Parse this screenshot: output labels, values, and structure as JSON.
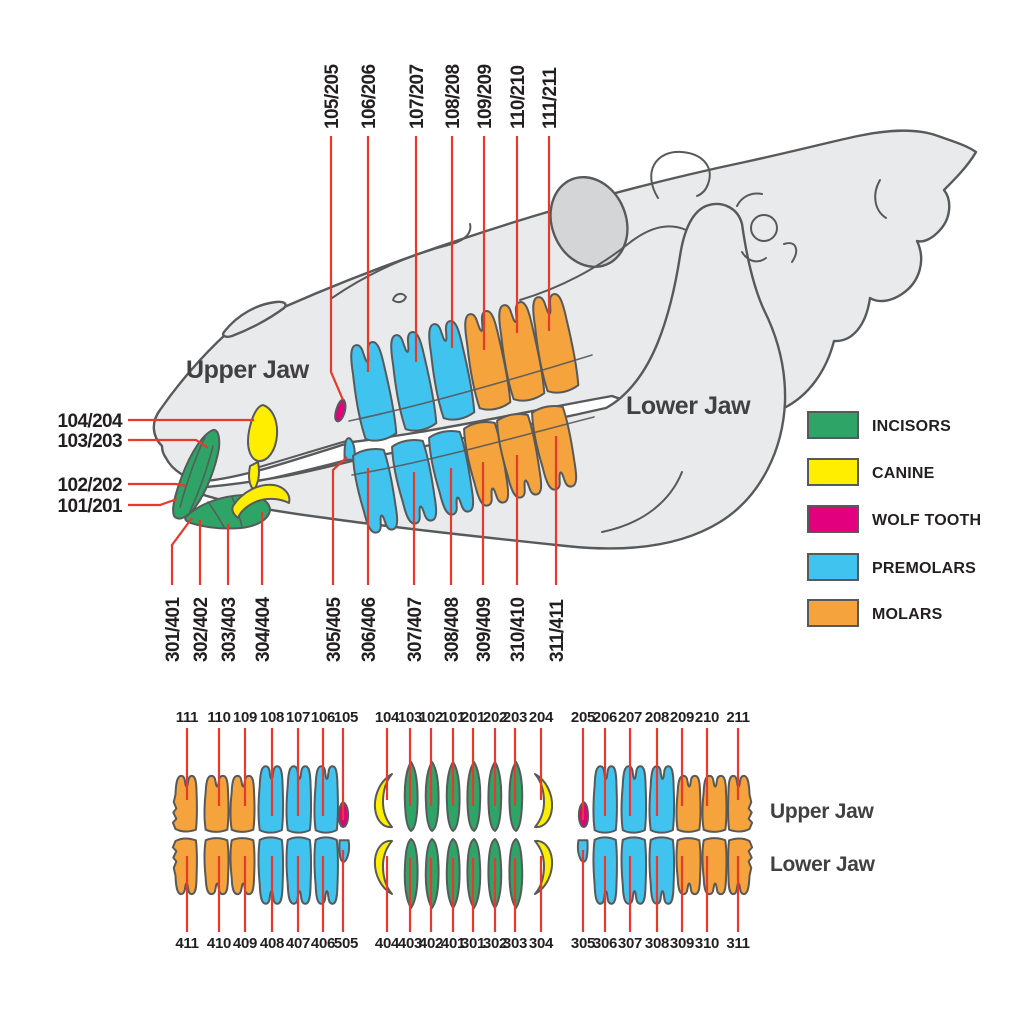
{
  "palette": {
    "skull": "#e9eaec",
    "orbit": "#d4d5d7",
    "outline": "#58595b",
    "leader": "#e8392b",
    "label": "#231f20",
    "jaw": "#414042",
    "incisors": "#2ea566",
    "canine": "#ffee00",
    "wolf_tooth": "#e2007f",
    "premolars": "#41c3f0",
    "molars": "#f5a33c"
  },
  "skull_view": {
    "upper_jaw_label": "Upper Jaw",
    "lower_jaw_label": "Lower Jaw",
    "top_labels": [
      "105/205",
      "106/206",
      "107/207",
      "108/208",
      "109/209",
      "110/210",
      "111/211"
    ],
    "left_labels": [
      "104/204",
      "103/203",
      "102/202",
      "101/201"
    ],
    "bottom_labels": [
      "301/401",
      "302/402",
      "303/403",
      "304/404",
      "305/405",
      "306/406",
      "307/407",
      "308/408",
      "309/409",
      "310/410",
      "311/411"
    ]
  },
  "legend": {
    "items": [
      {
        "label": "INCISORS",
        "color": "#2ea566"
      },
      {
        "label": "CANINE",
        "color": "#ffee00"
      },
      {
        "label": "WOLF TOOTH",
        "color": "#e2007f"
      },
      {
        "label": "PREMOLARS",
        "color": "#41c3f0"
      },
      {
        "label": "MOLARS",
        "color": "#f5a33c"
      }
    ]
  },
  "occlusal_view": {
    "upper_jaw_label": "Upper Jaw",
    "lower_jaw_label": "Lower Jaw",
    "groups": [
      {
        "top_labels": [
          "111",
          "110",
          "109",
          "108",
          "107",
          "106",
          "105"
        ],
        "bottom_labels": [
          "411",
          "410",
          "409",
          "408",
          "407",
          "406",
          "505"
        ]
      },
      {
        "top_labels": [
          "104",
          "103",
          "102",
          "101",
          "201",
          "202",
          "203",
          "204"
        ],
        "bottom_labels": [
          "404",
          "403",
          "402",
          "401",
          "301",
          "302",
          "303",
          "304"
        ]
      },
      {
        "top_labels": [
          "205",
          "206",
          "207",
          "208",
          "209",
          "210",
          "211"
        ],
        "bottom_labels": [
          "305",
          "306",
          "307",
          "308",
          "309",
          "310",
          "311"
        ]
      }
    ]
  }
}
